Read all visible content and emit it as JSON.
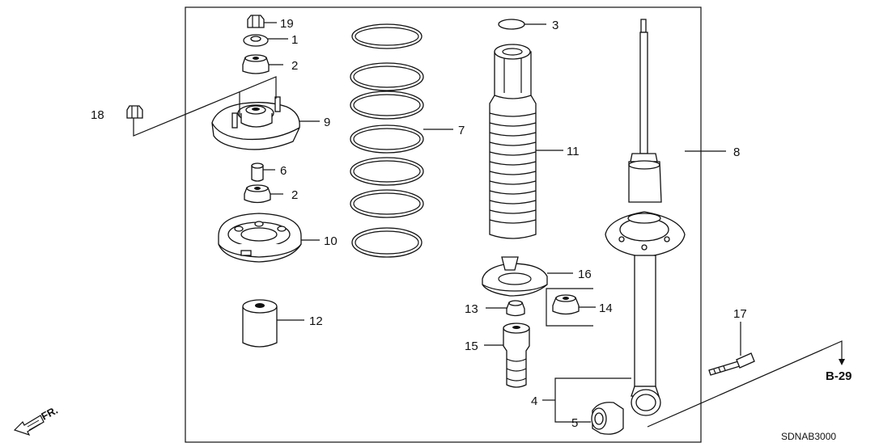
{
  "diagram": {
    "callouts": [
      {
        "id": "c1",
        "label": "1"
      },
      {
        "id": "c2a",
        "label": "2"
      },
      {
        "id": "c2b",
        "label": "2"
      },
      {
        "id": "c3",
        "label": "3"
      },
      {
        "id": "c4",
        "label": "4"
      },
      {
        "id": "c5",
        "label": "5"
      },
      {
        "id": "c6",
        "label": "6"
      },
      {
        "id": "c7",
        "label": "7"
      },
      {
        "id": "c8",
        "label": "8"
      },
      {
        "id": "c9",
        "label": "9"
      },
      {
        "id": "c10",
        "label": "10"
      },
      {
        "id": "c11",
        "label": "11"
      },
      {
        "id": "c12",
        "label": "12"
      },
      {
        "id": "c13",
        "label": "13"
      },
      {
        "id": "c14",
        "label": "14"
      },
      {
        "id": "c15",
        "label": "15"
      },
      {
        "id": "c16",
        "label": "16"
      },
      {
        "id": "c17",
        "label": "17"
      },
      {
        "id": "c18",
        "label": "18"
      },
      {
        "id": "c19",
        "label": "19"
      }
    ],
    "reference": "B-29",
    "front_label": "FR.",
    "diagram_code": "SDNAB3000"
  }
}
